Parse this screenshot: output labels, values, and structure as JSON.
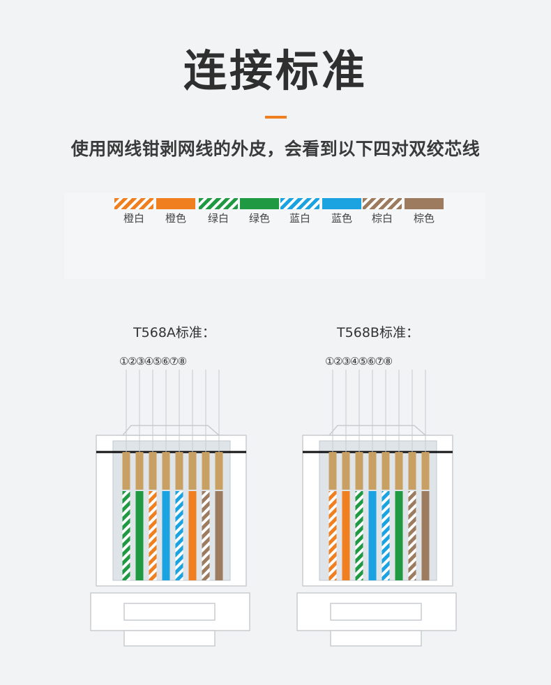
{
  "header": {
    "title": "连接标准",
    "subtitle": "使用网线钳剥网线的外皮，会看到以下四对双绞芯线"
  },
  "colors": {
    "orange": "#f07f1f",
    "green": "#1f9a42",
    "blue": "#1aa3e0",
    "brown": "#9c7b5f",
    "accent": "#f07f1f",
    "copper": "#c9a064"
  },
  "legend": [
    {
      "label": "橙白",
      "color": "orange",
      "striped": true
    },
    {
      "label": "橙色",
      "color": "orange",
      "striped": false
    },
    {
      "label": "绿白",
      "color": "green",
      "striped": true
    },
    {
      "label": "绿色",
      "color": "green",
      "striped": false
    },
    {
      "label": "蓝白",
      "color": "blue",
      "striped": true
    },
    {
      "label": "蓝色",
      "color": "blue",
      "striped": false
    },
    {
      "label": "棕白",
      "color": "brown",
      "striped": true
    },
    {
      "label": "棕色",
      "color": "brown",
      "striped": false
    }
  ],
  "standards": [
    {
      "name": "T568A标准：",
      "pins": "①②③④⑤⑥⑦⑧",
      "wires": [
        {
          "color": "green",
          "striped": true
        },
        {
          "color": "green",
          "striped": false
        },
        {
          "color": "orange",
          "striped": true
        },
        {
          "color": "blue",
          "striped": false
        },
        {
          "color": "blue",
          "striped": true
        },
        {
          "color": "orange",
          "striped": false
        },
        {
          "color": "brown",
          "striped": true
        },
        {
          "color": "brown",
          "striped": false
        }
      ]
    },
    {
      "name": "T568B标准：",
      "pins": "①②③④⑤⑥⑦⑧",
      "wires": [
        {
          "color": "orange",
          "striped": true
        },
        {
          "color": "orange",
          "striped": false
        },
        {
          "color": "green",
          "striped": true
        },
        {
          "color": "blue",
          "striped": false
        },
        {
          "color": "blue",
          "striped": true
        },
        {
          "color": "green",
          "striped": false
        },
        {
          "color": "brown",
          "striped": true
        },
        {
          "color": "brown",
          "striped": false
        }
      ]
    }
  ]
}
